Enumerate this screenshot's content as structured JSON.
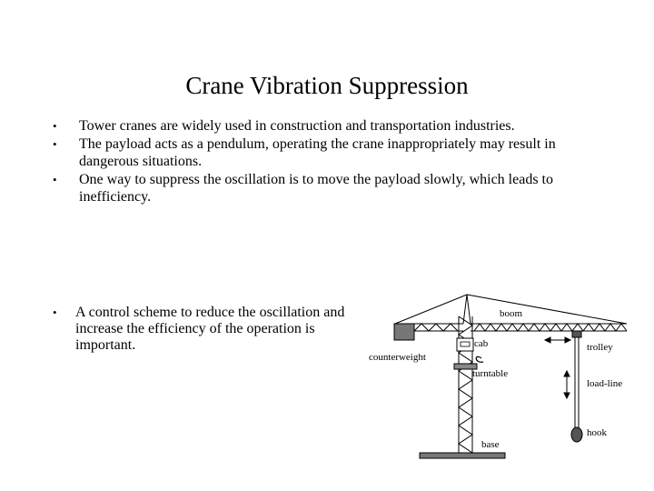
{
  "title": "Crane Vibration Suppression",
  "bullets": [
    "Tower cranes are widely used in construction and transportation industries.",
    "The payload acts as a pendulum, operating the crane inappropriately may result in dangerous situations.",
    "One way to suppress the oscillation is to move the payload slowly, which leads to inefficiency."
  ],
  "bullet2": "A control scheme to reduce the oscillation and increase the efficiency of the operation is important.",
  "diagram": {
    "labels": {
      "boom": "boom",
      "cab": "cab",
      "counterweight": "counterweight",
      "trolley": "trolley",
      "turntable": "turntable",
      "load_line": "load-line",
      "hook": "hook",
      "base": "base"
    }
  }
}
